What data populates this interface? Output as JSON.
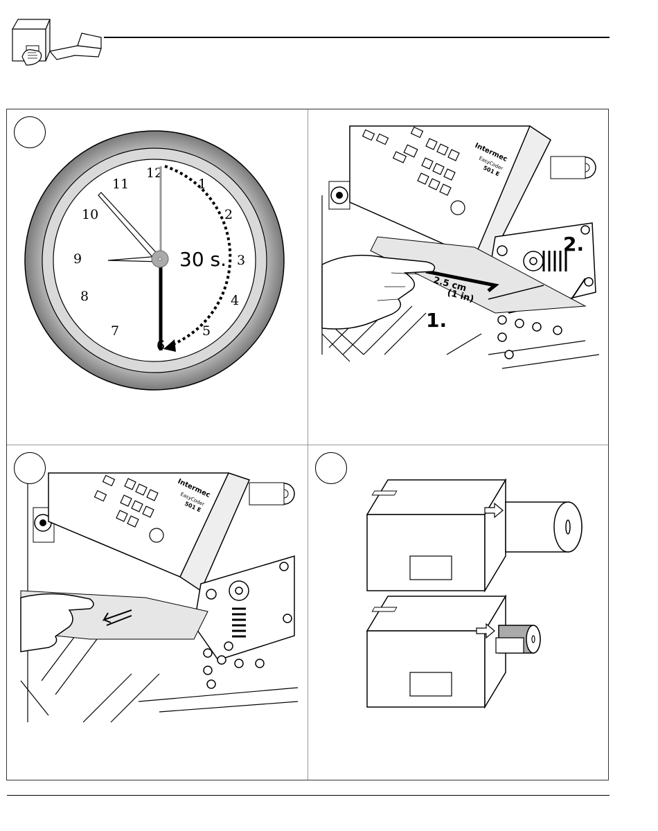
{
  "clock": {
    "numbers": [
      "12",
      "1",
      "2",
      "3",
      "4",
      "5",
      "6",
      "7",
      "8",
      "9",
      "10",
      "11"
    ],
    "timer_label": "30 s."
  },
  "step2": {
    "brand": "Intermec",
    "model_line1": "EasyCoder",
    "model_line2": "501 E",
    "step_marker_1": "1.",
    "step_marker_2": "2.",
    "measure_cm": "2.5 cm",
    "measure_in": "(1 in)"
  },
  "step3": {
    "brand": "Intermec",
    "model_line1": "EasyCoder",
    "model_line2": "501 E"
  }
}
